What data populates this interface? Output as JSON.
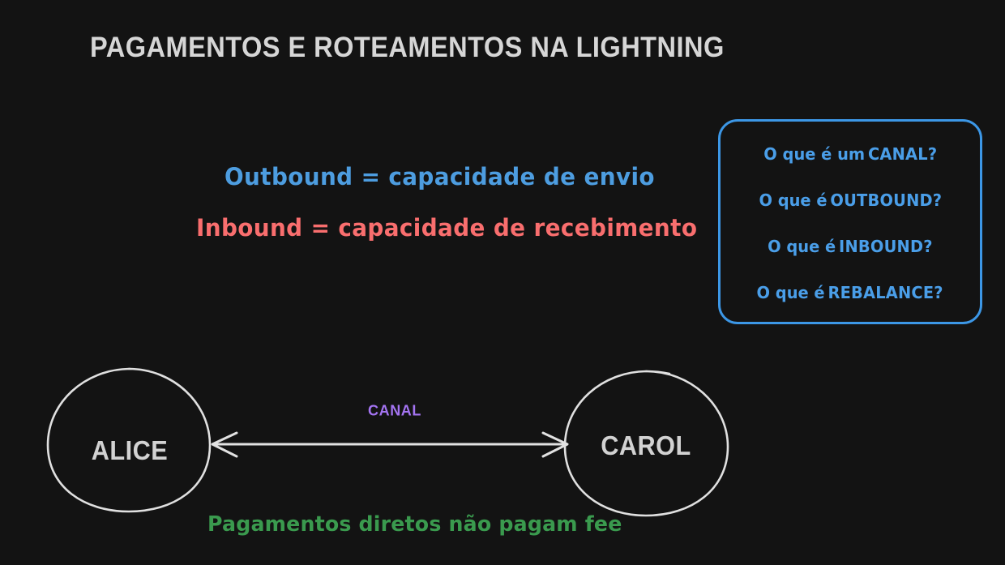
{
  "slide": {
    "background_color": "#131313",
    "title": "PAGAMENTOS E ROTEAMENTOS NA LIGHTNING",
    "title_color": "#d6d6d6"
  },
  "definitions": [
    {
      "text": "Outbound = capacidade de envio",
      "color": "#4d9de0",
      "term": "Outbound"
    },
    {
      "text": "Inbound = capacidade de recebimento",
      "color": "#f96e6e",
      "term": "Inbound"
    }
  ],
  "question_box": {
    "border_color": "#3c97e6",
    "text_color": "#4a9ee8",
    "questions": [
      {
        "prefix": "O que é um ",
        "keyword": "CANAL?"
      },
      {
        "prefix": "O que é ",
        "keyword": "OUTBOUND?"
      },
      {
        "prefix": "O que é ",
        "keyword": "INBOUND?"
      },
      {
        "prefix": "O que é ",
        "keyword": "REBALANCE?"
      }
    ]
  },
  "diagram": {
    "nodes": [
      {
        "label": "ALICE",
        "color": "#d2d2d2"
      },
      {
        "label": "CAROL",
        "color": "#d2d2d2"
      }
    ],
    "edge": {
      "label": "CANAL",
      "label_color": "#a474f2",
      "line_color": "#e2e2e2",
      "direction": "bidirectional"
    },
    "footnote": {
      "text": "Pagamentos diretos não pagam fee",
      "color": "#3a9a4e"
    }
  }
}
